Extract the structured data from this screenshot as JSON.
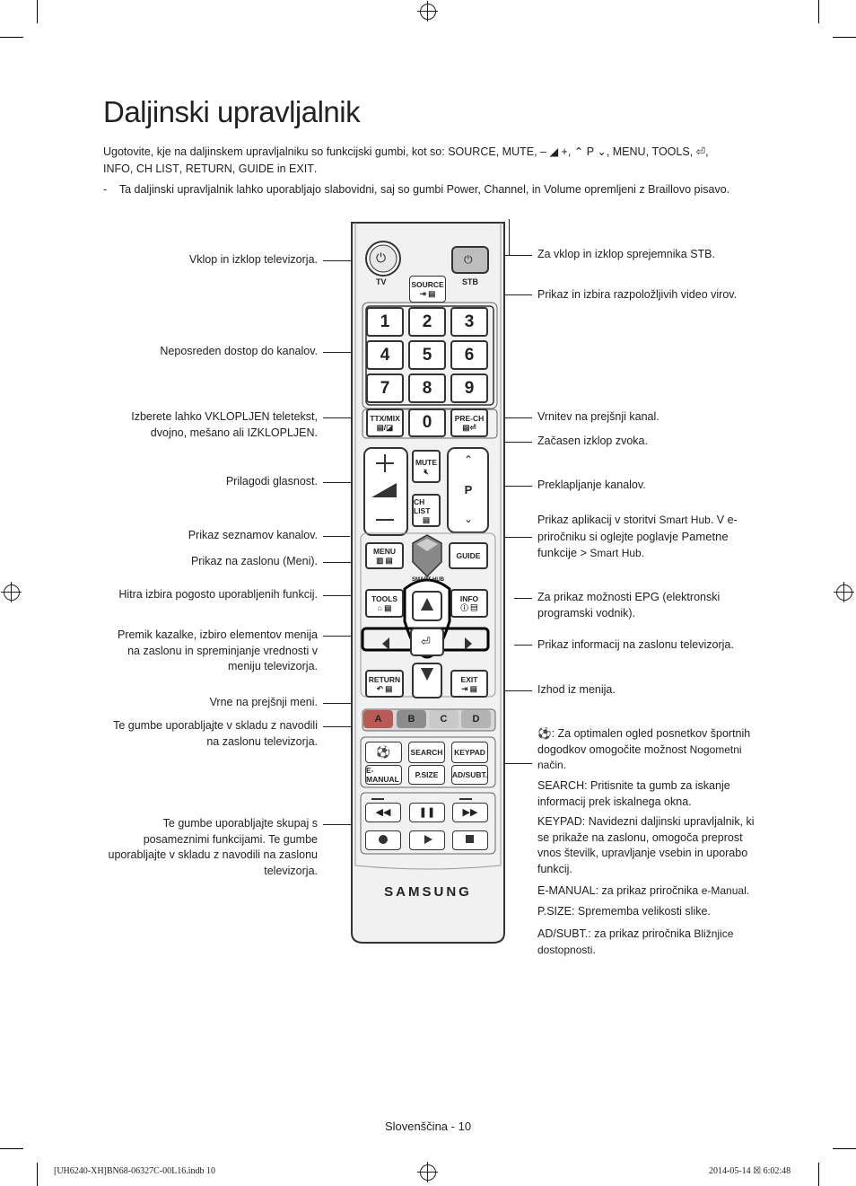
{
  "title": "Daljinski upravljalnik",
  "intro": {
    "p1": "Ugotovite, kje na daljinskem upravljalniku so funkcijski gumbi, kot so:",
    "keys1": "SOURCE",
    "keys2": "MUTE",
    "vol_glyph": "– ◢ +",
    "ch_glyph": "⌃ P ⌄",
    "keys3": "MENU",
    "keys4": "TOOLS",
    "keys5": "INFO",
    "keys6": "CH LIST",
    "keys7": "RETURN",
    "keys8": "GUIDE",
    "in_word": "in",
    "keys9": "EXIT",
    "note_dash": "-",
    "note_pre": "Ta daljinski upravljalnik lahko uporabljajo slabovidni, saj so gumbi",
    "note_k1": "Power",
    "note_k2": "Channel",
    "note_in": ", in",
    "note_k3": "Volume",
    "note_post": "opremljeni z Braillovo pisavo."
  },
  "left_labels": [
    "Vklop in izklop televizorja.",
    "Neposreden dostop do kanalov.",
    "Izberete lahko VKLOPLJEN teletekst, dvojno, mešano ali IZKLOPLJEN.",
    "Prilagodi glasnost.",
    "Prikaz seznamov kanalov.",
    "Prikaz na zaslonu (Meni).",
    "Hitra izbira pogosto uporabljenih funkcij.",
    "Premik kazalke, izbiro elementov menija na zaslonu in spreminjanje vrednosti v meniju televizorja.",
    "Vrne na prejšnji meni.",
    "Te gumbe uporabljajte v skladu z navodili na zaslonu televizorja.",
    "Te gumbe uporabljajte skupaj s posameznimi funkcijami. Te gumbe uporabljajte v skladu z navodili na zaslonu televizorja."
  ],
  "right_labels": {
    "stb": "Za vklop in izklop sprejemnika STB.",
    "source": "Prikaz in izbira razpoložljivih video virov.",
    "prech": "Vrnitev na prejšnji kanal.",
    "mute": "Začasen izklop zvoka.",
    "channel": "Preklapljanje kanalov.",
    "smarthub_pre": "Prikaz aplikacij v storitvi",
    "smarthub_k": "Smart Hub",
    "smarthub_mid": ". V e-priročniku si oglejte poglavje",
    "smarthub_k2": "Pametne funkcije",
    "smarthub_gt": ">",
    "smarthub_k3": "Smart Hub",
    "guide_pre": "Za prikaz možnosti",
    "guide_k": "EPG",
    "guide_post": "(elektronski programski vodnik).",
    "info": "Prikaz informacij na zaslonu televizorja.",
    "exit": "Izhod iz menija.",
    "football_pre": ": Za optimalen ogled posnetkov športnih dogodkov omogočite možnost",
    "football_k": "Nogometni način",
    "search_k": "SEARCH",
    "search_t": ": Pritisnite ta gumb za iskanje informacij prek iskalnega okna.",
    "keypad_k": "KEYPAD",
    "keypad_t": ": Navidezni daljinski upravljalnik, ki se prikaže na zaslonu, omogoča preprost vnos številk, upravljanje vsebin in uporabo funkcij.",
    "emanual_k": "E-MANUAL",
    "emanual_t": ": za prikaz priročnika",
    "emanual_k2": "e-Manual",
    "psize_k": "P.SIZE",
    "psize_t": ": Sprememba velikosti slike.",
    "adsubt_k": "AD/SUBT.",
    "adsubt_t": ": za prikaz priročnika",
    "adsubt_k2": "Bližnjice dostopnosti"
  },
  "remote": {
    "tv": "TV",
    "stb": "STB",
    "source": "SOURCE",
    "digits": [
      "1",
      "2",
      "3",
      "4",
      "5",
      "6",
      "7",
      "8",
      "9",
      "0"
    ],
    "ttx": "TTX/MIX",
    "prech": "PRE-CH",
    "mute": "MUTE",
    "p": "P",
    "chlist": "CH LIST",
    "menu": "MENU",
    "guide": "GUIDE",
    "smarthub": "SMART HUB",
    "tools": "TOOLS",
    "info": "INFO",
    "return": "RETURN",
    "exit": "EXIT",
    "colors": [
      "A",
      "B",
      "C",
      "D"
    ],
    "color_values": [
      "#b85a55",
      "#8c8c8c",
      "#c9c9c9",
      "#b3b3b3"
    ],
    "search": "SEARCH",
    "keypad": "KEYPAD",
    "emanual": "E-MANUAL",
    "psize": "P.SIZE",
    "adsubt": "AD/SUBT.",
    "brand": "SAMSUNG"
  },
  "footer": "Slovenščina - 10",
  "slug_left": "[UH6240-XH]BN68-06327C-00L16.indb   10",
  "slug_right": "2014-05-14   ☒ 6:02:48"
}
